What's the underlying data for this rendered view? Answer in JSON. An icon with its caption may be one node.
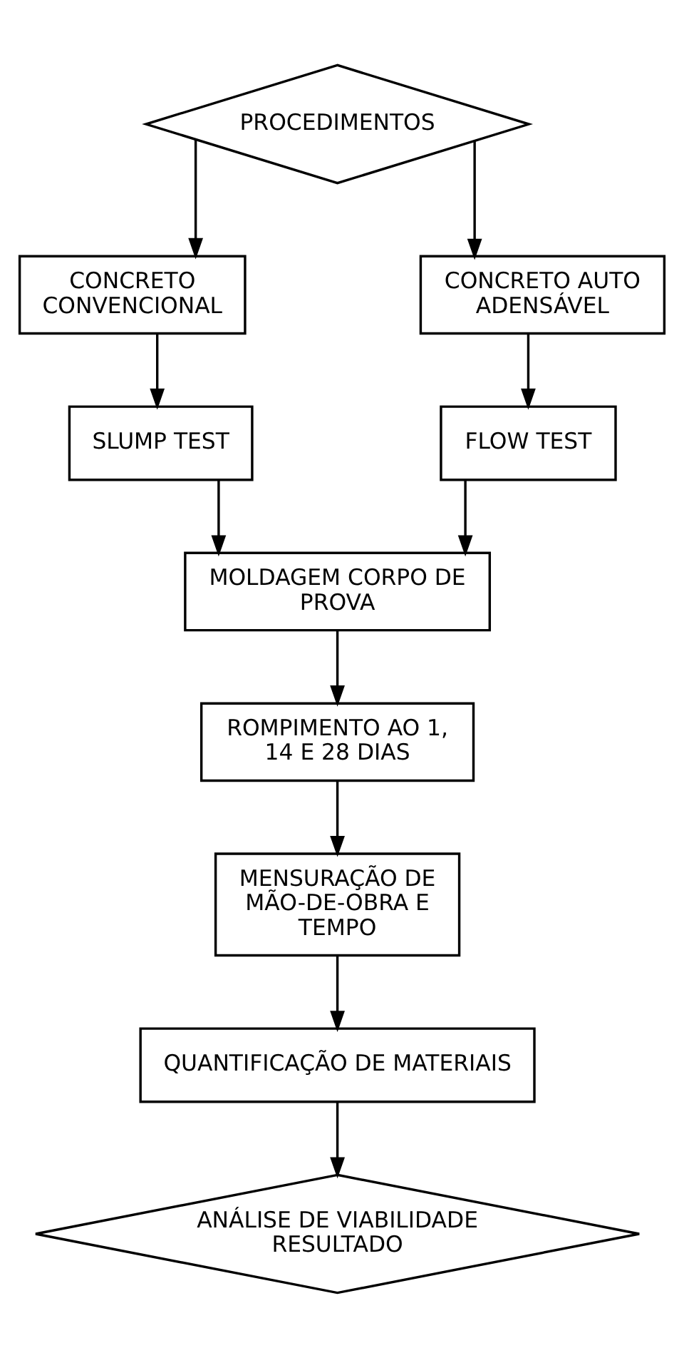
{
  "diagram": {
    "nodes": [
      {
        "text": [
          "PROCEDIMENTOS"
        ]
      },
      {
        "text": [
          "CONCRETO CONVENCIONAL"
        ]
      },
      {
        "text": [
          "CONCRETO AUTO ADENSÁVEL"
        ]
      },
      {
        "text": [
          "SLUMP TEST"
        ]
      },
      {
        "text": [
          "FLOW TEST"
        ]
      },
      {
        "text": [
          "MOLDAGEM CORPO DE PROVA"
        ]
      },
      {
        "text": [
          "ROMPIMENTO AO 1, 14 E 28 DIAS"
        ]
      },
      {
        "text": [
          "MENSURAÇÃO DE MÃO-DE-OBRA E TEMPO"
        ]
      },
      {
        "text": [
          "QUANTIFICAÇÃO DE MATERIAIS"
        ]
      },
      {
        "text": [
          "ANÁLISE DE VIABILIDADE RESULTADO"
        ]
      }
    ],
    "edges": [
      {
        "from": 0,
        "to": 1,
        "arrow": "to"
      },
      {
        "from": 0,
        "to": 2,
        "arrow": "to"
      },
      {
        "from": 1,
        "to": 3,
        "arrow": "to"
      },
      {
        "from": 2,
        "to": 4,
        "arrow": "to"
      },
      {
        "from": 3,
        "to": 5,
        "arrow": "to"
      },
      {
        "from": 4,
        "to": 5,
        "arrow": "to"
      },
      {
        "from": 5,
        "to": 6,
        "arrow": "to"
      },
      {
        "from": 6,
        "to": 7,
        "arrow": "to"
      },
      {
        "from": 7,
        "to": 8,
        "arrow": "to"
      },
      {
        "from": 8,
        "to": 9,
        "arrow": "to"
      }
    ]
  }
}
